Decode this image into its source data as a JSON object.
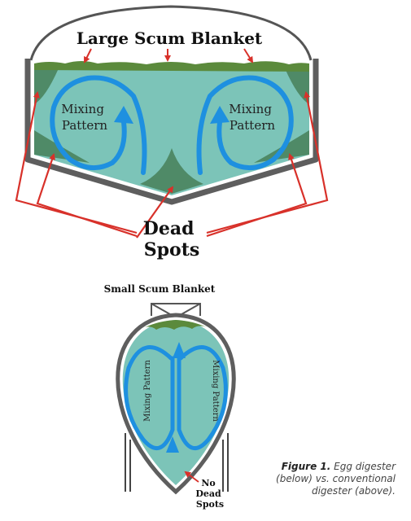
{
  "conventional": {
    "title": "Large Scum Blanket",
    "left_label": [
      "Mixing",
      "Pattern"
    ],
    "right_label": [
      "Mixing",
      "Pattern"
    ],
    "dead_spots": [
      "Dead",
      "Spots"
    ]
  },
  "egg": {
    "title": "Small Scum Blanket",
    "left_label": "Mixing Pattern",
    "right_label": "Mixing Pattern",
    "no_dead_spots": [
      "No",
      "Dead",
      "Spots"
    ]
  },
  "caption": {
    "figure": "Figure 1.",
    "text": "Egg digester (below) vs. conventional digester (above)."
  },
  "colors": {
    "liquid": "#7cc4b8",
    "scum": "#5b8a3c",
    "dead_zone": "#4f8a67",
    "arrow": "#1e90e0",
    "wall": "#5e5e5e",
    "pointer": "#d8312a"
  }
}
